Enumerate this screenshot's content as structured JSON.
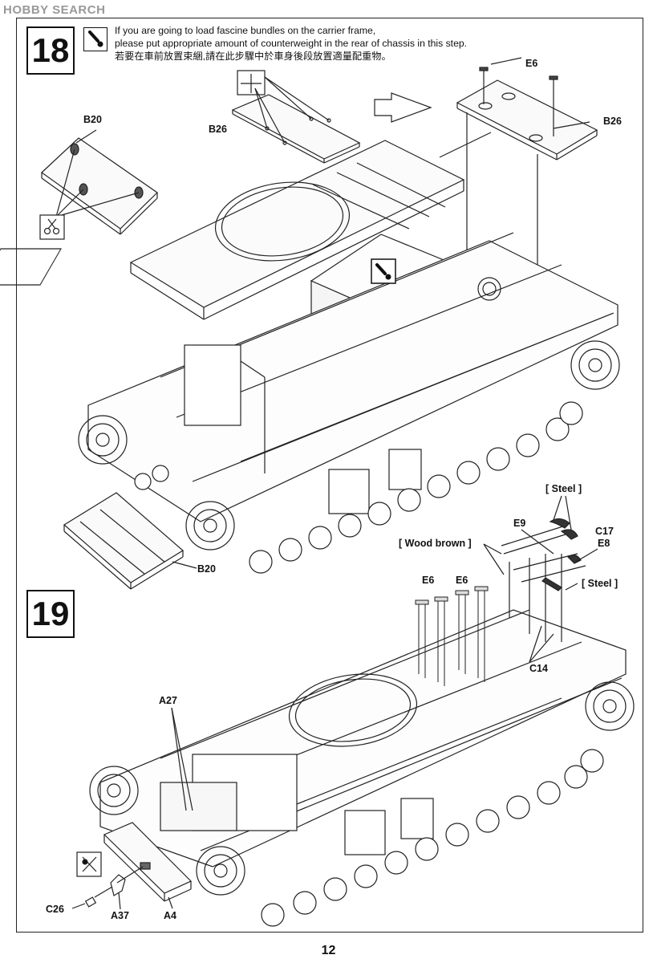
{
  "watermark": "HOBBY SEARCH",
  "page_number": "12",
  "step18": {
    "number": "18",
    "note_line1": "If you are going to load fascine bundles on the carrier frame,",
    "note_line2": "please put appropriate amount of counterweight in the rear of chassis in this step.",
    "note_line3": "若要在車前放置束綑,請在此步驟中於車身後段放置適量配重物。",
    "labels": {
      "e6": "E6",
      "b26_left": "B26",
      "b26_right": "B26",
      "b20_top": "B20",
      "b20_bottom": "B20"
    }
  },
  "step19": {
    "number": "19",
    "labels": {
      "steel_top": "[ Steel ]",
      "e9": "E9",
      "c17": "C17",
      "wood_brown": "[ Wood brown ]",
      "e8": "E8",
      "steel_bottom": "[ Steel ]",
      "e6_a": "E6",
      "e6_b": "E6",
      "c14": "C14",
      "a27": "A27",
      "c26": "C26",
      "a37": "A37",
      "a4": "A4"
    }
  }
}
